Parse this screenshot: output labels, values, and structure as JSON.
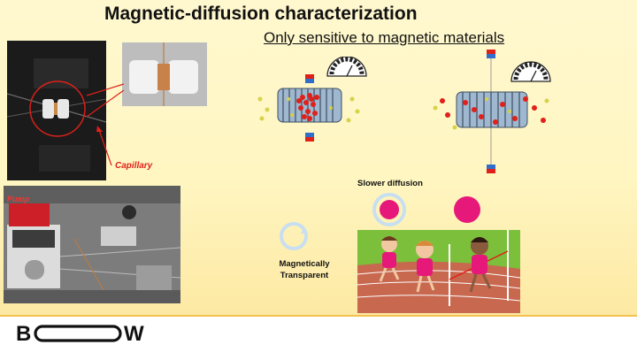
{
  "slide": {
    "title": "Magnetic-diffusion characterization",
    "subtitle": "Only sensitive to magnetic materials",
    "labels": {
      "capillary": "Capillary",
      "pump": "Pump",
      "slower_diffusion": "Slower diffusion",
      "magnetically_transparent": "Magnetically Transparent"
    },
    "logo": {
      "left": "B",
      "right": "W"
    },
    "colors": {
      "title": "#111111",
      "accent_red": "#e0201a",
      "pink": "#e6197a",
      "background": "#fff6c2",
      "footer_line": "#f2c14e"
    },
    "icons": [
      "gauge-icon",
      "magnet-icon",
      "coil-icon",
      "circular-arrow-icon"
    ]
  }
}
